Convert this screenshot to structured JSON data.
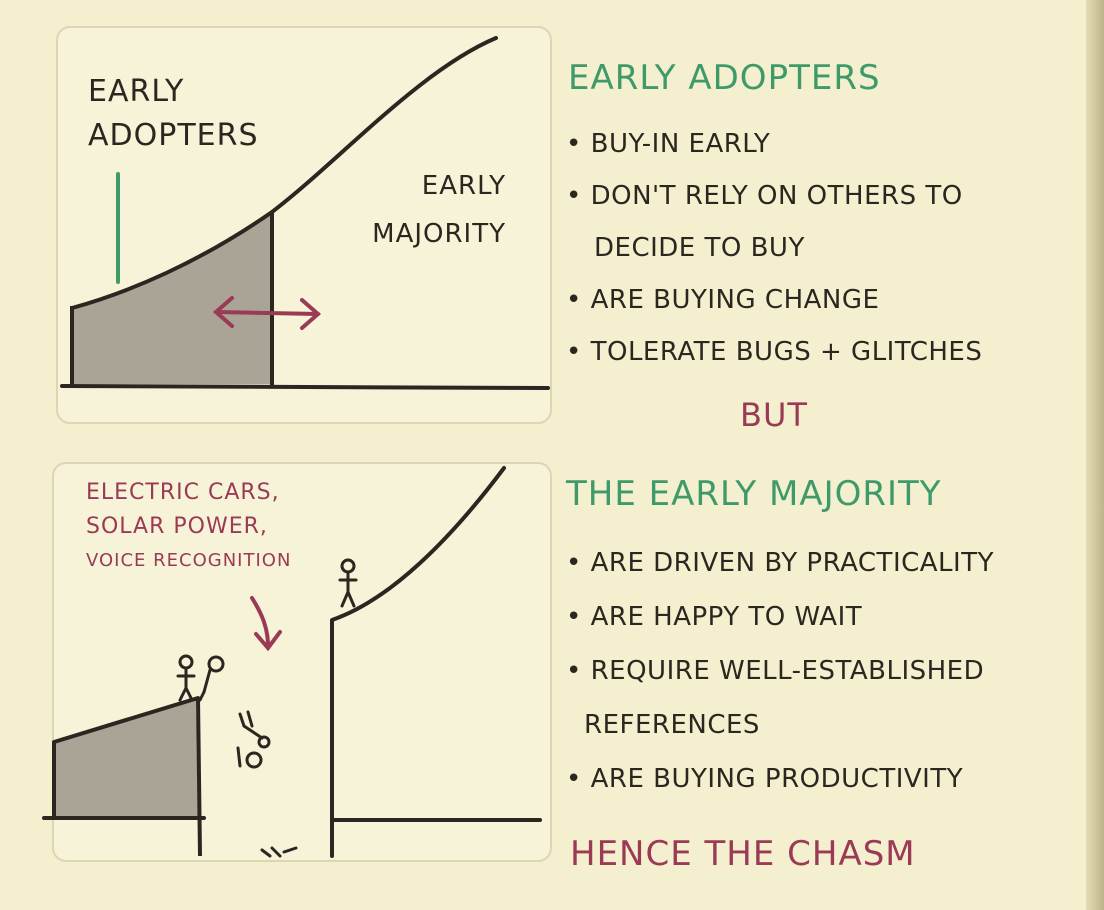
{
  "colors": {
    "paper": "#f4efcf",
    "ink": "#2b2620",
    "green": "#3f9a6a",
    "maroon": "#9a3a55",
    "shade": "#8f8a80"
  },
  "top_diagram": {
    "left_label_line1": "EARLY",
    "left_label_line2": "ADOPTERS",
    "right_label_line1": "EARLY",
    "right_label_line2": "MAJORITY"
  },
  "bottom_diagram": {
    "examples_line1": "ELECTRIC CARS,",
    "examples_line2": "SOLAR POWER,",
    "examples_line3": "VOICE RECOGNITION"
  },
  "early_adopters": {
    "heading": "EARLY ADOPTERS",
    "bullets": [
      "• BUY-IN EARLY",
      "• DON'T RELY ON OTHERS TO",
      "DECIDE TO BUY",
      "• ARE BUYING CHANGE",
      "• TOLERATE BUGS + GLITCHES"
    ]
  },
  "connector": "BUT",
  "early_majority": {
    "heading": "THE EARLY MAJORITY",
    "bullets": [
      "• ARE DRIVEN BY PRACTICALITY",
      "• ARE HAPPY TO WAIT",
      "• REQUIRE WELL-ESTABLISHED",
      "REFERENCES",
      "• ARE BUYING PRODUCTIVITY"
    ]
  },
  "conclusion": "HENCE THE CHASM"
}
